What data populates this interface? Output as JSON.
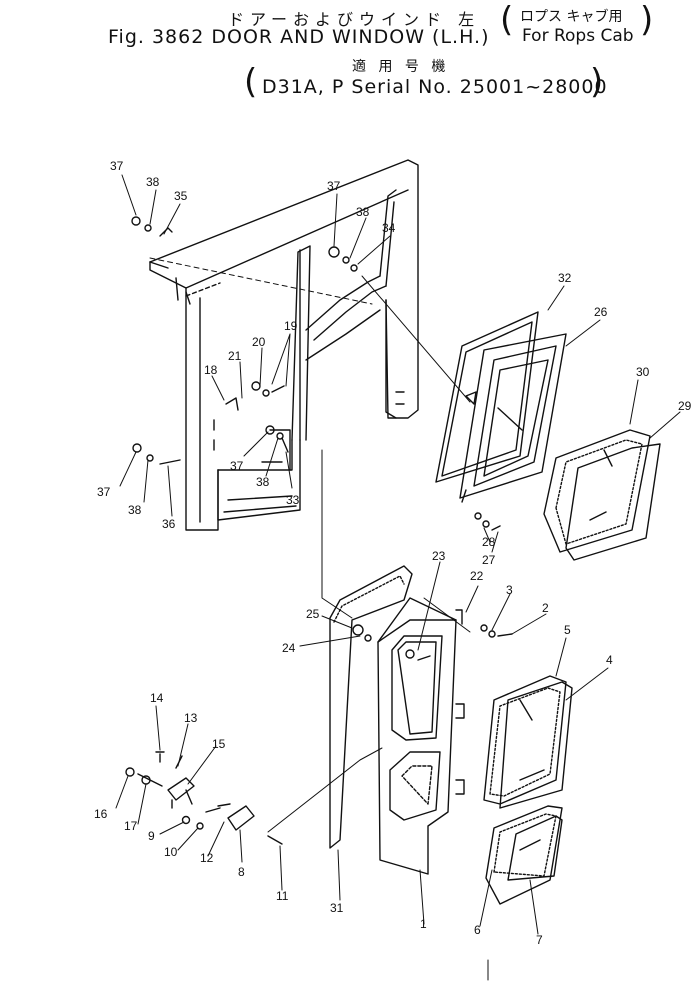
{
  "header": {
    "jp_title": "ドアーおよびウインド 左",
    "en_title": "Fig. 3862 DOOR AND WINDOW (L.H.)",
    "jp_note": "ロプス キャブ用",
    "en_note": "For Rops Cab",
    "jp_applicable": "適 用 号 機",
    "serial": "D31A, P Serial No. 25001~28000"
  },
  "part_labels": [
    "1",
    "2",
    "3",
    "4",
    "5",
    "6",
    "7",
    "8",
    "9",
    "10",
    "11",
    "12",
    "13",
    "14",
    "15",
    "16",
    "17",
    "18",
    "19",
    "20",
    "21",
    "22",
    "23",
    "24",
    "25",
    "26",
    "27",
    "28",
    "29",
    "30",
    "31",
    "32",
    "33",
    "34",
    "35",
    "36",
    "37",
    "38"
  ]
}
